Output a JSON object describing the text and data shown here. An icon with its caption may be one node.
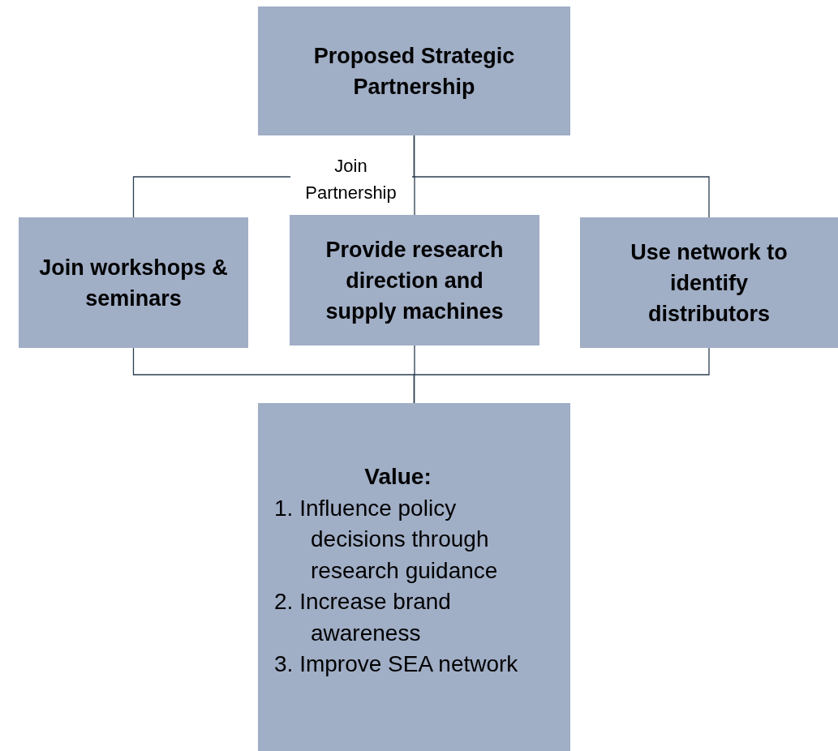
{
  "diagram": {
    "nodes": [
      {
        "text": [
          "Proposed Strategic Partnership"
        ]
      },
      {
        "text": [
          "Join workshops & seminars"
        ]
      },
      {
        "text": [
          "Provide research direction and supply machines"
        ]
      },
      {
        "text": [
          "Use network to identify distributors"
        ]
      },
      {
        "text": [
          "Value:",
          "1. Influence policy decisions through research guidance",
          "2. Increase brand awareness",
          "3. Improve SEA network"
        ]
      }
    ],
    "edges": [
      {
        "from": 0,
        "to": 1,
        "arrow": "none",
        "label": "Join Partnership"
      },
      {
        "from": 0,
        "to": 2,
        "arrow": "none"
      },
      {
        "from": 0,
        "to": 3,
        "arrow": "none"
      },
      {
        "from": 1,
        "to": 4,
        "arrow": "none"
      },
      {
        "from": 2,
        "to": 4,
        "arrow": "none"
      },
      {
        "from": 3,
        "to": 4,
        "arrow": "none"
      }
    ]
  }
}
